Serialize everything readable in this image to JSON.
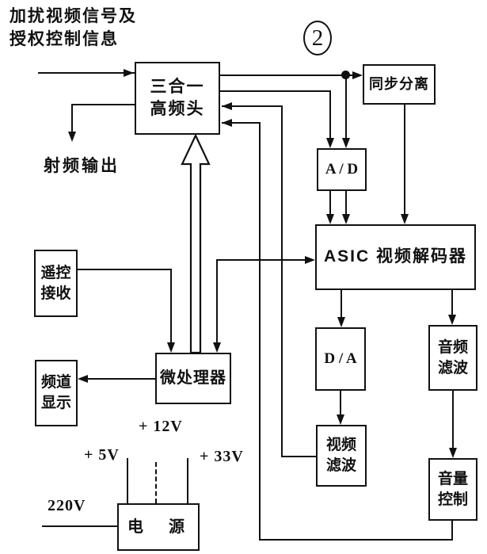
{
  "diagram": {
    "heading_line1": "加扰视频信号及",
    "heading_line2": "授权控制信息",
    "figure_number": "2",
    "blocks": {
      "tuner_line1": "三合一",
      "tuner_line2": "高频头",
      "sync_separator": "同步分离",
      "adc": "A / D",
      "asic_decoder": "ASIC 视频解码器",
      "dac": "D / A",
      "audio_filter_line1": "音频",
      "audio_filter_line2": "滤波",
      "video_filter_line1": "视频",
      "video_filter_line2": "滤波",
      "volume_control_line1": "音量",
      "volume_control_line2": "控制",
      "remote_receiver_line1": "遥控",
      "remote_receiver_line2": "接收",
      "channel_display_line1": "频道",
      "channel_display_line2": "显示",
      "microprocessor": "微处理器",
      "power_supply": "电　源"
    },
    "labels": {
      "rf_output": "射频输出",
      "v12": "+ 12V",
      "v5": "+ 5V",
      "v33": "+ 33V",
      "v220": "220V"
    },
    "colors": {
      "ink": "#111111",
      "paper": "#ffffff"
    }
  }
}
